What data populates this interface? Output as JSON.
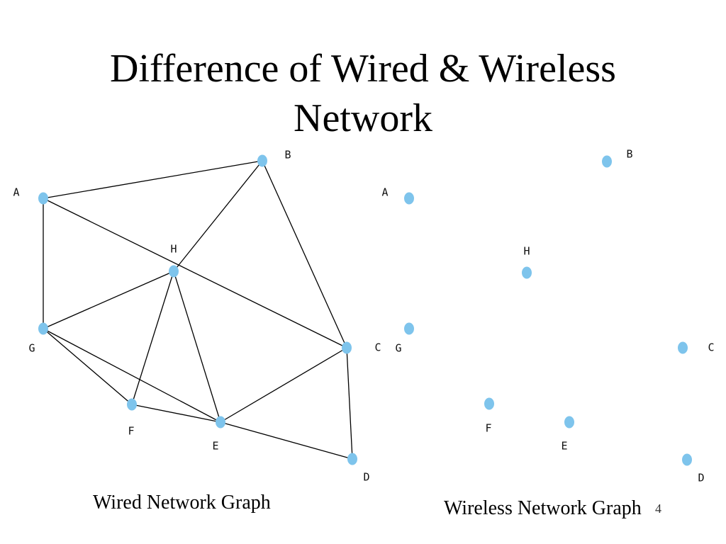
{
  "title": {
    "line1": "Difference of Wired & Wireless",
    "line2": "Network"
  },
  "wired_graph": {
    "caption": "Wired Network Graph",
    "nodes": [
      "A",
      "B",
      "C",
      "D",
      "E",
      "F",
      "G",
      "H"
    ],
    "edges": [
      [
        "A",
        "B"
      ],
      [
        "A",
        "G"
      ],
      [
        "A",
        "C"
      ],
      [
        "B",
        "H"
      ],
      [
        "B",
        "C"
      ],
      [
        "H",
        "G"
      ],
      [
        "H",
        "F"
      ],
      [
        "H",
        "E"
      ],
      [
        "G",
        "F"
      ],
      [
        "G",
        "E"
      ],
      [
        "F",
        "E"
      ],
      [
        "E",
        "C"
      ],
      [
        "E",
        "D"
      ],
      [
        "C",
        "D"
      ]
    ]
  },
  "wireless_graph": {
    "caption": "Wireless Network Graph",
    "nodes": [
      "A",
      "B",
      "C",
      "D",
      "E",
      "F",
      "G",
      "H"
    ],
    "edges": []
  },
  "slide_number": "4",
  "colors": {
    "node": "#7ec4ec",
    "edge": "#000000",
    "background": "#ffffff"
  }
}
